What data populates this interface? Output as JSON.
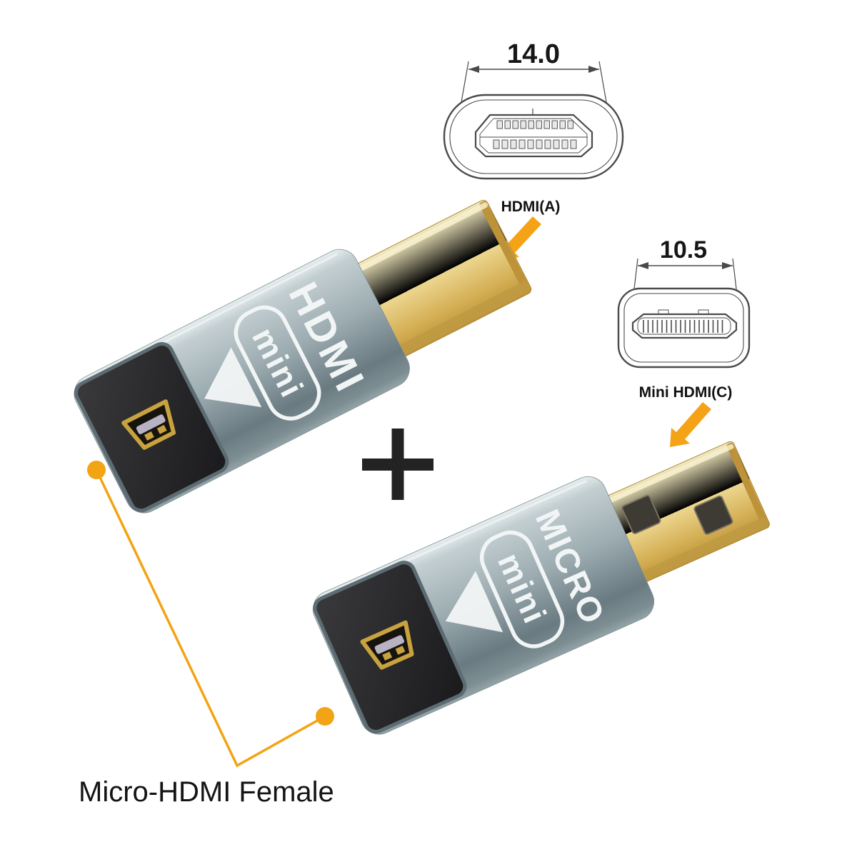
{
  "image_type": "product-marketing-image",
  "product": "HDMI male to Micro-HDMI female + Mini-HDMI male to Micro-HDMI female adapter set",
  "diagrams": {
    "hdmi_a": {
      "dimension": "14.0",
      "label": "HDMI(A)"
    },
    "mini_hdmi_c": {
      "dimension": "10.5",
      "label": "Mini HDMI(C)"
    }
  },
  "adapters": {
    "top": {
      "decal_line1": "HDMI",
      "decal_line2": "mini"
    },
    "bottom": {
      "decal_line1": "MICRO",
      "decal_line2": "mini"
    }
  },
  "plus_sign": "+",
  "callout": {
    "label": "Micro-HDMI Female"
  },
  "colors": {
    "accent_orange": "#F2A414",
    "gold_light": "#F4E9B8",
    "gold_mid": "#E4CB80",
    "gold_dark": "#C09A42",
    "body_gray_light": "#DCE4E5",
    "body_gray_mid": "#9AABB0",
    "body_gray_dark": "#68797F",
    "face_black": "#222224",
    "diagram_line": "#4A4A4A",
    "text_black": "#161616"
  }
}
